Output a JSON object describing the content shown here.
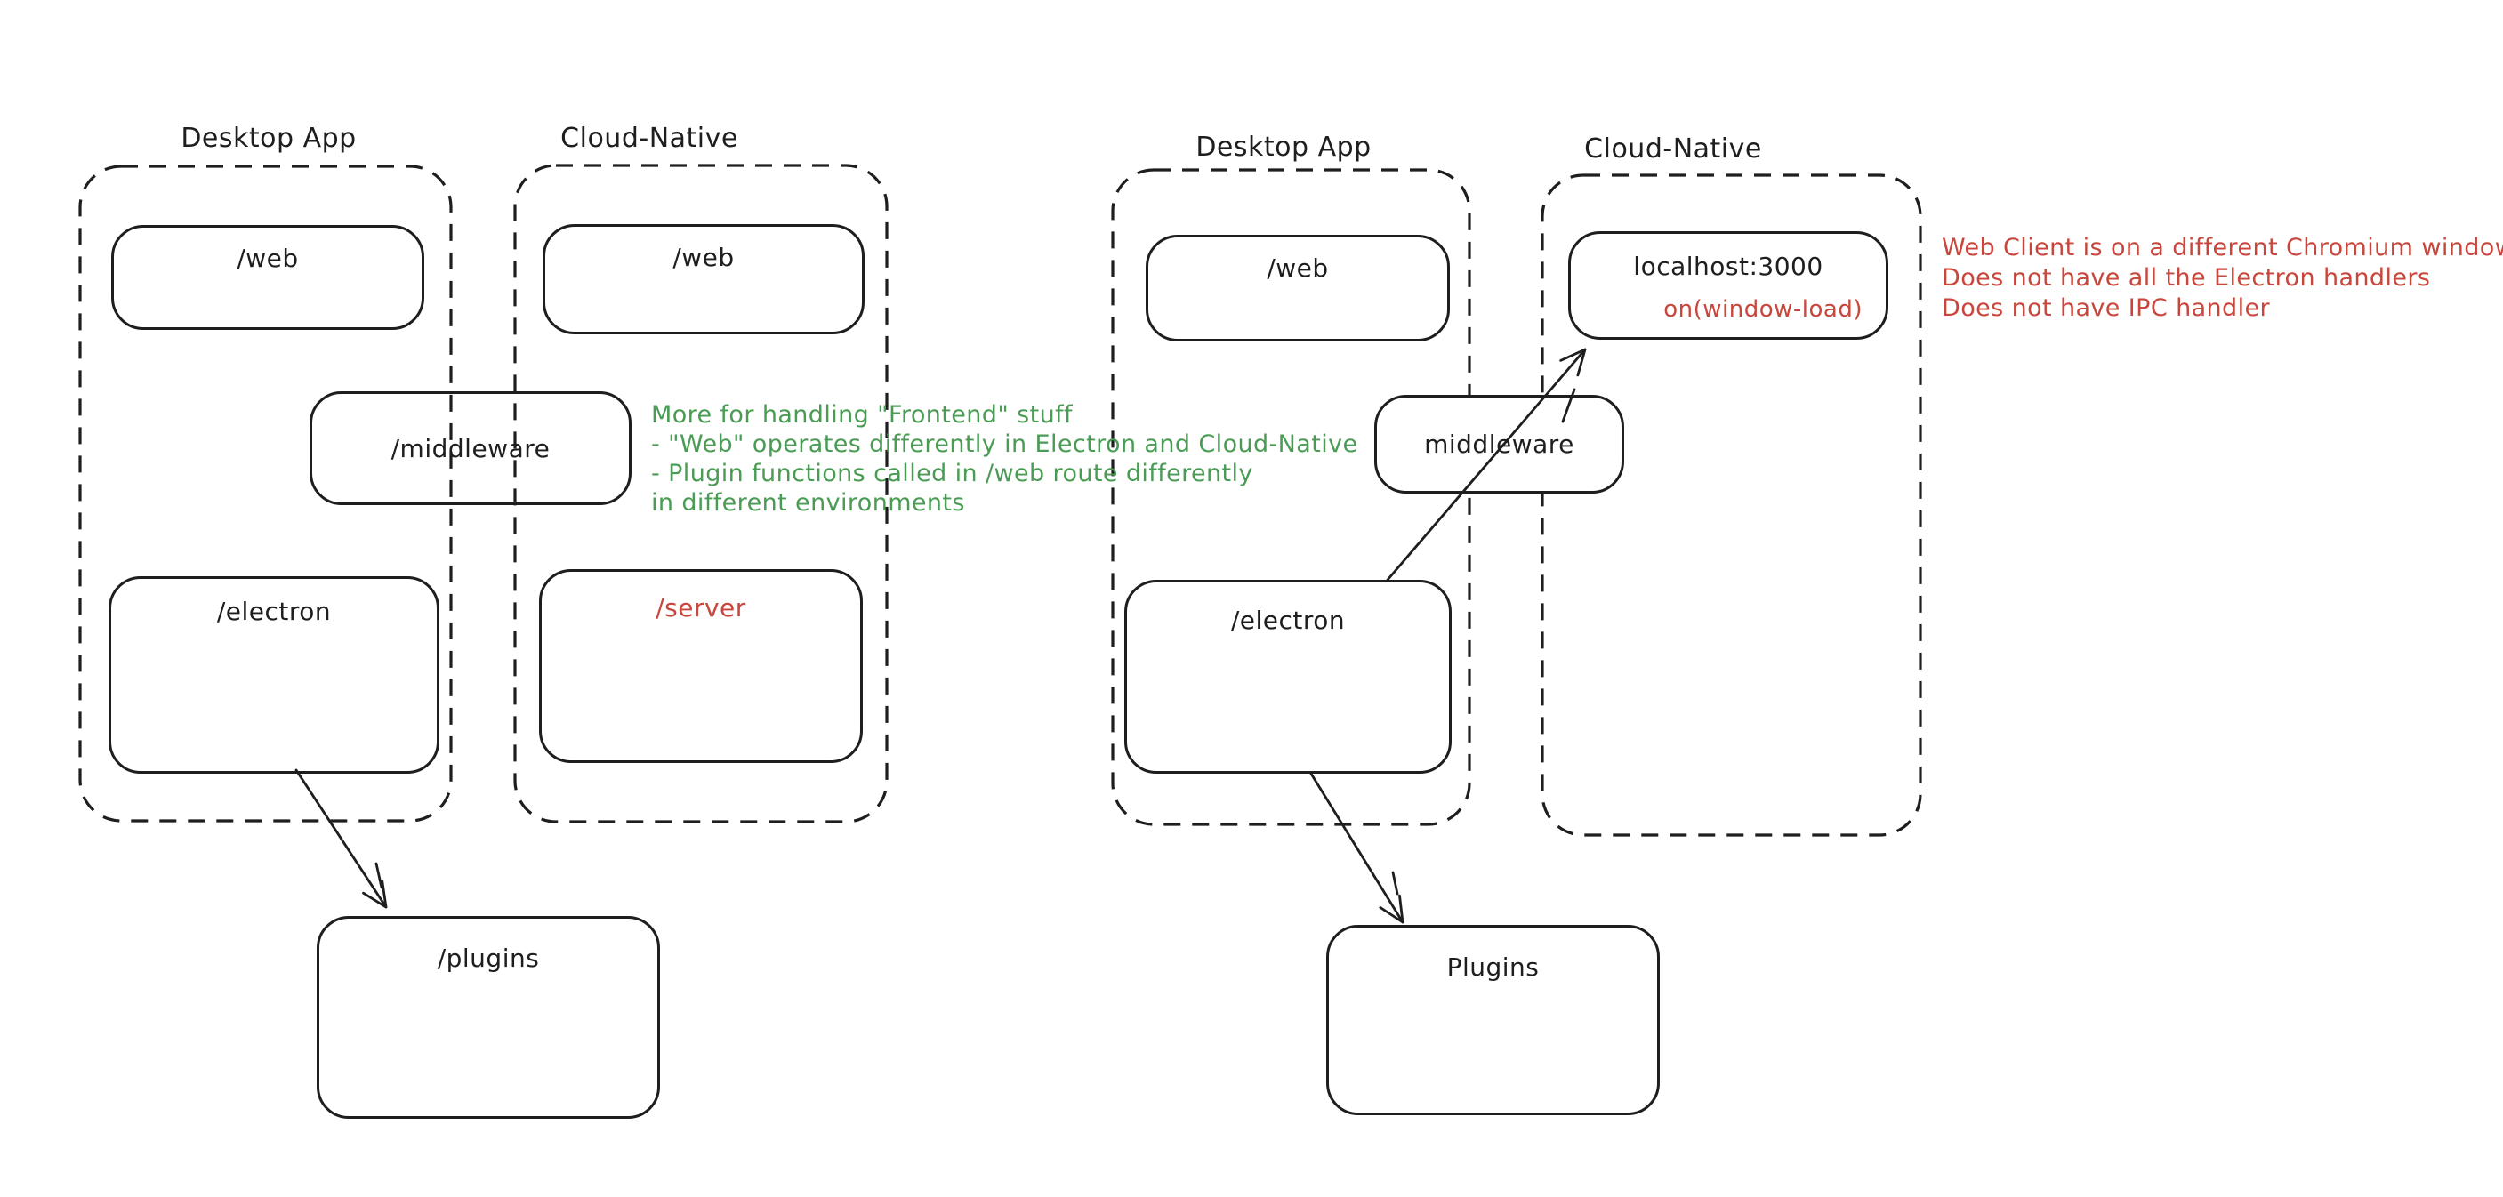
{
  "colors": {
    "background": "#ffffff",
    "stroke": "#1e1e1e",
    "red": "#c8463c",
    "green": "#4a9c55"
  },
  "left": {
    "desktop_title": "Desktop App",
    "cloud_title": "Cloud-Native",
    "web_desktop": "/web",
    "web_cloud": "/web",
    "middleware": "/middleware",
    "electron": "/electron",
    "server": "/server",
    "plugins": "/plugins",
    "note_lines": [
      "More for handling \"Frontend\" stuff",
      "- \"Web\" operates differently in Electron and Cloud-Native",
      "- Plugin functions called in /web route differently",
      "in different environments"
    ]
  },
  "right": {
    "desktop_title": "Desktop App",
    "cloud_title": "Cloud-Native",
    "web": "/web",
    "middleware": "middleware",
    "electron": "/electron",
    "localhost": "localhost:3000",
    "window_load": "on(window-load)",
    "plugins": "Plugins",
    "note_lines": [
      "Web Client is on a different Chromium window",
      "Does not have all the Electron handlers",
      "Does not have IPC handler"
    ]
  }
}
